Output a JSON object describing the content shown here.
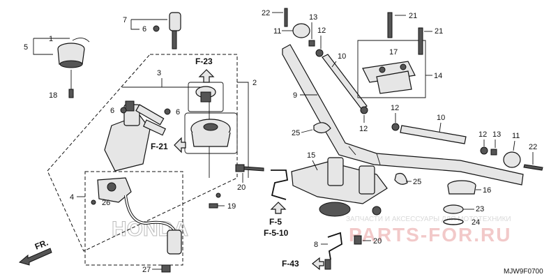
{
  "diagram": {
    "code": "MJW9F0700",
    "front_label": "FR.",
    "watermark_small": "ЗАПЧАСТИ И АКСЕССУАРЫ ДЛЯ МОТОТЕХНИКИ",
    "watermark_large": "PARTS-FOR.RU",
    "brand_mark": "HONDA",
    "refs": {
      "f23": "F-23",
      "f21": "F-21",
      "f5": "F-5",
      "f510": "F-5-10",
      "f43": "F-43"
    },
    "labels": {
      "n1": "1",
      "n2": "2",
      "n3": "3",
      "n4": "4",
      "n5": "5",
      "n6a": "6",
      "n6b": "6",
      "n6c": "6",
      "n7": "7",
      "n8": "8",
      "n9": "9",
      "n10a": "10",
      "n10b": "10",
      "n11a": "11",
      "n11b": "11",
      "n12a": "12",
      "n12b": "12",
      "n12c": "12",
      "n12d": "12",
      "n13a": "13",
      "n13b": "13",
      "n14": "14",
      "n15": "15",
      "n16": "16",
      "n17": "17",
      "n18": "18",
      "n19": "19",
      "n20a": "20",
      "n20b": "20",
      "n21a": "21",
      "n21b": "21",
      "n22a": "22",
      "n22b": "22",
      "n23": "23",
      "n24": "24",
      "n25a": "25",
      "n25b": "25",
      "n26": "26",
      "n27": "27"
    }
  }
}
